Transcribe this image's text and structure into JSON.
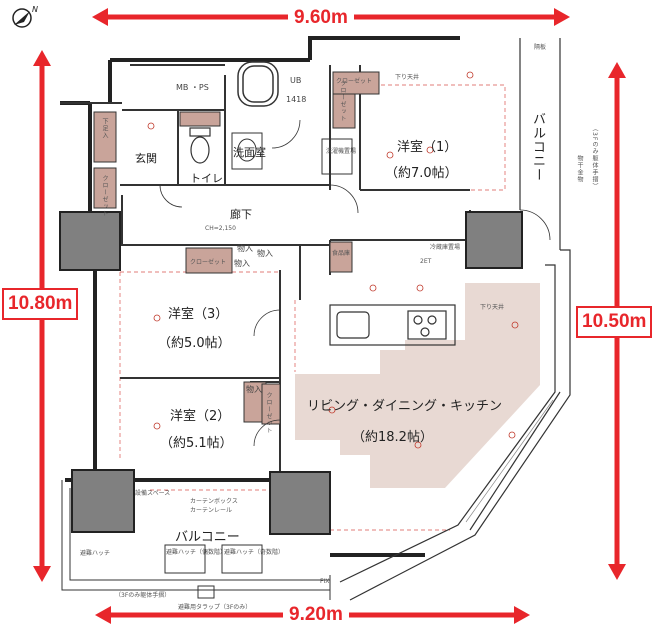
{
  "dimensions": {
    "top": "9.60m",
    "bottom": "9.20m",
    "left": "10.80m",
    "right": "10.50m"
  },
  "rooms": {
    "ldk_name": "リビング・ダイニング・キッチン",
    "ldk_size": "（約18.2帖）",
    "western1_name": "洋室（1）",
    "western1_size": "（約7.0帖）",
    "western2_name": "洋室（2）",
    "western2_size": "（約5.1帖）",
    "western3_name": "洋室（3）",
    "western3_size": "（約5.0帖）",
    "entrance": "玄関",
    "toilet": "トイレ",
    "washroom": "洗面室",
    "hallway": "廊下",
    "ub": "UB",
    "ub_size": "1418",
    "mb_ps": "MB ・PS",
    "balcony_bottom": "バルコニー",
    "balcony_right": "バルコニー"
  },
  "storage": {
    "closet_w3": "クローゼット",
    "closet_w1": "クローゼット",
    "closet_w1b": "クローゼット",
    "closet_entry": "クローゼット",
    "closet_w2": "クローゼット",
    "shoe": "下足入",
    "mono1": "物入",
    "mono2": "物入",
    "mono3": "物入",
    "mono4": "物入",
    "pantry": "食品庫",
    "laundry": "洗濯機置場",
    "fridge": "冷蔵庫置場"
  },
  "notes": {
    "sagari": "下り天井",
    "setsubi": "設備スペース",
    "curtain": "カーテンボックス",
    "curtain_rail": "カーテンレール",
    "monohoshi": "物干金物",
    "tesuri_r": "（3Fのみ躯体手摺）",
    "tesuri_b": "（3Fのみ躯体手摺）",
    "hinan_hatch1": "避難ハッチ（偶数階）",
    "hinan_hatch2": "避難ハッチ（奇数階）",
    "hinan_tarap": "避難用タラップ（3Fのみ）",
    "hinan_ladder": "避難ハッチ",
    "fix": "FIX",
    "ch": "CH=2,150",
    "kakube": "隔板",
    "d20": "2ET",
    "sanpa": "下り天井"
  }
}
